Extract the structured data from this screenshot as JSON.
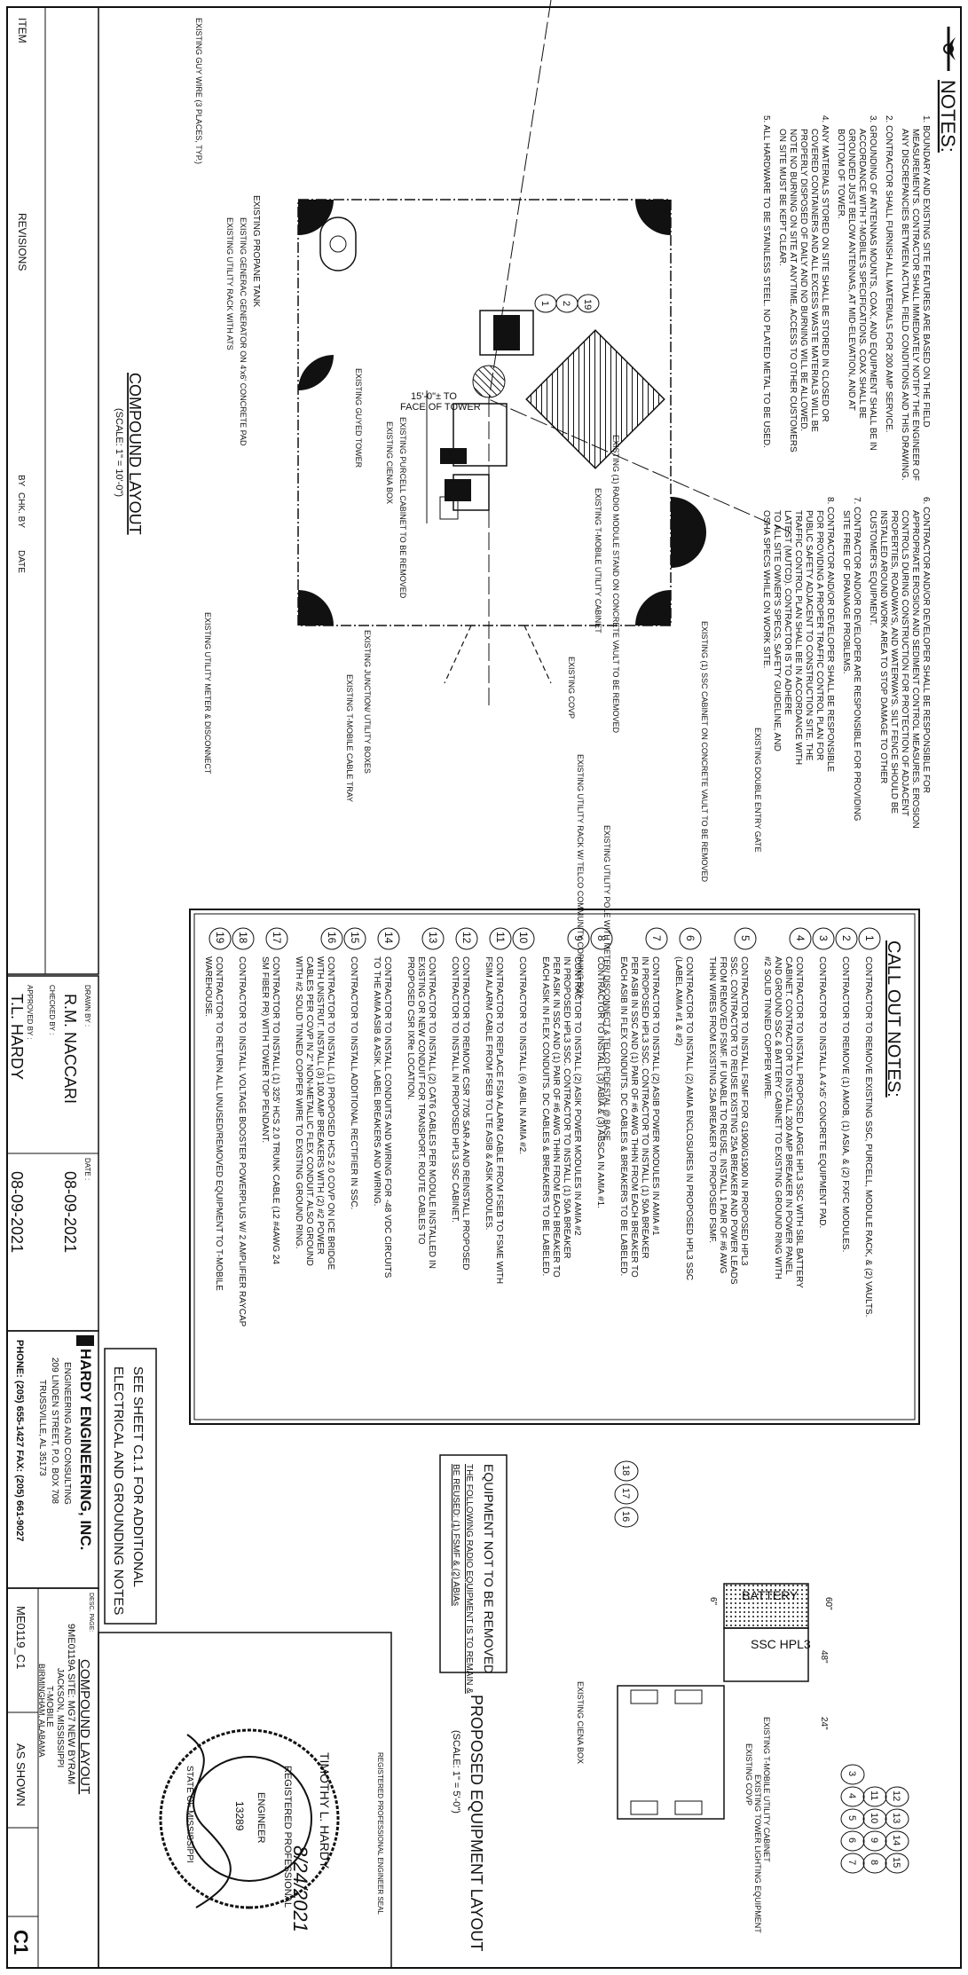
{
  "notes": {
    "heading": "NOTES:",
    "items": [
      "1. BOUNDARY AND EXISTING SITE FEATURES ARE BASED ON THE FIELD",
      "MEASUREMENTS. CONTRACTOR SHALL IMMEDIATELY NOTIFY THE ENGINEER OF",
      "ANY DISCREPANCIES BETWEEN ACTUAL FIELD CONDITIONS AND THIS DRAWING.",
      "2. CONTRACTOR SHALL FURNISH ALL MATERIALS FOR 200 AMP SERVICE.",
      "3. GROUNDING OF ANTENNAS MOUNTS, COAX, AND EQUIPMENT SHALL BE IN",
      "ACCORDANCE WITH T-MOBILE'S SPECIFICATIONS. COAX SHALL BE",
      "GROUNDED JUST BELOW ANTENNAS, AT MID-ELEVATION, AND AT",
      "BOTTOM OF TOWER.",
      "4. ANY MATERIALS STORED ON SITE SHALL BE STORED IN CLOSED OR",
      "COVERED CONTAINERS AND ALL EXCESS WASTE MATERIALS WILL BE",
      "PROPERLY DISPOSED OF DAILY AND NO BURNING WILL BE ALLOWED.",
      "NOTE NO BURNING ON SITE AT ANYTIME. ACCESS TO OTHER CUSTOMERS",
      "ON SITE MUST BE KEPT CLEAR.",
      "5. ALL HARDWARE TO BE STAINLESS STEEL. NO PLATED METAL TO BE USED.",
      "6. CONTRACTOR AND/OR DEVELOPER SHALL BE RESPONSIBLE FOR",
      "APPROPRIATE EROSION AND SEDIMENT CONTROL MEASURES. EROSION",
      "CONTROLS DURING CONSTRUCTION FOR PROTECTION OF ADJACENT",
      "PROPERTIES, ROADWAYS, AND WATERWAYS. SILT FENCE SHOULD BE",
      "INSTALLED AROUND WORK AREA TO STOP DAMAGE TO OTHER",
      "CUSTOMER'S EQUIPMENT.",
      "7. CONTRACTOR AND/OR DEVELOPER ARE RESPONSIBLE FOR PROVIDING",
      "SITE FREE OF DRAINAGE PROBLEMS.",
      "8. CONTRACTOR AND/OR DEVELOPER SHALL BE RESPONSIBLE",
      "FOR PROVIDING A PROPER TRAFFIC CONTROL PLAN FOR",
      "PUBLIC SAFETY ADJACENT TO CONSTRUCTION SITE. THE",
      "TRAFFIC CONTROL PLAN SHALL BE IN ACCORDANCE WITH",
      "LATEST (MUTCD). CONTRACTOR IS TO ADHERE",
      "TO ALL SITE OWNER'S SPECS, SAFETY GUIDELINE, AND",
      "OSHA SPECS WHILE ON WORK SITE."
    ]
  },
  "compound": {
    "title": "COMPOUND LAYOUT",
    "scale": "(SCALE: 1\" = 10'-0\")",
    "dimension": "15'-0\"± TO",
    "dimension2": "FACE OF TOWER",
    "labels": [
      "EXISTING PROPANE TANK",
      "EXISTING GENERAC GENERATOR ON 4'x6' CONCRETE PAD",
      "EXISTING UTILITY RACK WITH ATS",
      "EXISTING GUY WIRE (3 PLACES, TYP.)",
      "EXISTING PURCELL CABINET TO BE REMOVED",
      "EXISTING CIENA BOX",
      "EXISTING GUYED TOWER",
      "EXISTING (1) RADIO MODULE STAND ON CONCRETE VAULT TO BE REMOVED",
      "EXISTING T-MOBILE UTILITY CABINET",
      "EXISTING COVP",
      "EXISTING (1) SSC CABINET ON CONCRETE VAULT TO BE REMOVED",
      "EXISTING DOUBLE ENTRY GATE",
      "EXISTING UTILITY RACK W/ TELCO COMMUNITY CORNING BOX",
      "EXISTING UTILITY POLE WITH METER/ DISCONNECT & TELCO PEDESTAL @ BASE",
      "EXISTING JUNCTION/ UTILITY BOXES",
      "EXISTING T-MOBILE CABLE TRAY",
      "EXISTING UTILITY METER & DISCONNECT"
    ],
    "bubbles": [
      "19",
      "2",
      "1"
    ]
  },
  "callout": {
    "heading": "CALL OUT NOTES:",
    "items": [
      {
        "n": "1",
        "lines": [
          "CONTRACTOR TO REMOVE EXISTING SSC, PURCELL, MODULE RACK, & (2) VAULTS."
        ]
      },
      {
        "n": "2",
        "lines": [
          "CONTRACTOR TO REMOVE (1) AMOB, (1) ASIA, & (2) FXFC MODULES."
        ]
      },
      {
        "n": "3",
        "lines": [
          "CONTRACTOR TO INSTALL A 4'x5' CONCRETE EQUIPMENT PAD."
        ]
      },
      {
        "n": "4",
        "lines": [
          "CONTRACTOR TO INSTALL PROPOSED LARGE HPL3 SSC WITH SBL BATTERY",
          "CABINET. CONTRACTOR TO INSTALL 200 AMP BREAKER IN POWER PANEL",
          "AND GROUND SSC & BATTERY CABINET TO EXISTING GROUND RING WITH",
          "#2 SOLID TINNED COPPER WIRE."
        ]
      },
      {
        "n": "5",
        "lines": [
          "CONTRACTOR TO INSTALL FSMF FOR G1900/G1900 IN PROPOSED HPL3",
          "SSC. CONTRACTOR TO REUSE EXISTING 25A BREAKER AND POWER LEADS",
          "FROM REMOVED FSMF. IF UNABLE TO REUSE, INSTALL 1 PAIR OF #6 AWG",
          "THHN WIRES FROM EXISTING 25A BREAKER TO PROPOSED FSMF."
        ]
      },
      {
        "n": "6",
        "lines": [
          "CONTRACTOR TO INSTALL (2) AMIA ENCLOSURES IN PROPOSED HPL3 SSC",
          "(LABEL AMIA #1 & #2)"
        ]
      },
      {
        "n": "7",
        "lines": [
          "CONTRACTOR TO INSTALL (2) ASIB POWER MODULES IN AMIA #1",
          "IN PROPOSED HPL3 SSC. CONTRACTOR TO INSTALL (1) 50A BREAKER",
          "PER ASIB IN SSC AND (1) PAIR OF #6 AWG THHN FROM EACH BREAKER TO",
          "EACH ASIB IN FLEX CONDUITS. DC CABLES & BREAKERS TO BE LABELED."
        ]
      },
      {
        "n": "8",
        "lines": [
          "CONTRACTOR TO INSTALL (3) ABIA & (3) ABSCA IN AMIA #1."
        ]
      },
      {
        "n": "9",
        "lines": [
          "CONTRACTOR TO INSTALL (2) ASIK POWER MODULES IN AMIA #2",
          "IN PROPOSED HPL3 SSC. CONTRACTOR TO INSTALL (1) 50A BREAKER",
          "PER ASIK IN SSC AND (1) PAIR OF #6 AWG THHN FROM EACH BREAKER TO",
          "EACH ASIK IN FLEX CONDUITS. DC CABLES & BREAKERS TO BE LABELED."
        ]
      },
      {
        "n": "10",
        "lines": [
          "CONTRACTOR TO INSTALL (6) ABIL IN AMIA #2."
        ]
      },
      {
        "n": "11",
        "lines": [
          "CONTRACTOR TO REPLACE FSIA ALARM CABLE FROM FSEB TO FSME WITH",
          "FSIM ALARM CABLE FROM FSEB TO LTE ASIB & ASIK MODULES."
        ]
      },
      {
        "n": "12",
        "lines": [
          "CONTRACTOR TO REMOVE CSR 7705 SAR-A AND REINSTALL PROPOSED",
          "CONTRACTOR TO INSTALL IN PROPOSED HPL3 SSC CABINET."
        ]
      },
      {
        "n": "13",
        "lines": [
          "CONTRACTOR TO INSTALL (2) CAT6 CABLES PER MODULE INSTALLED IN",
          "EXISTING OR NEW CONDUIT FOR TRANSPORT. ROUTE CABLES TO",
          "PROPOSED CSR IXRe LOCATION."
        ]
      },
      {
        "n": "14",
        "lines": [
          "CONTRACTOR TO INSTALL CONDUITS AND WIRING FOR -48 VDC CIRCUITS",
          "TO THE AMIA ASIB & ASIK. LABEL BREAKERS AND WIRING."
        ]
      },
      {
        "n": "15",
        "lines": [
          "CONTRACTOR TO INSTALL ADDITIONAL RECTIFIER IN SSC."
        ]
      },
      {
        "n": "16",
        "lines": [
          "CONTRACTOR TO INSTALL (1) PROPOSED HCS 2.0 COVP ON ICE BRIDGE",
          "WITH UNISTRUT. INSTALL (3) 100 AMP BREAKERS WITH (2) #2 POWER",
          "CABLES PER COVP IN 2\" NON-METALLIC FLEX CONDUIT. ALSO GROUND",
          "WITH #2 SOLID TINNED COPPER WIRE TO EXISTING GROUND RING."
        ]
      },
      {
        "n": "17",
        "lines": [
          "CONTRACTOR TO INSTALL (1) 325' HCS 2.0 TRUNK CABLE (12 #4AWG 24",
          "SM FIBER PR) WITH TOWER TOP PENDANT."
        ]
      },
      {
        "n": "18",
        "lines": [
          "CONTRACTOR TO INSTALL VOLTAGE BOOSTER POWERPLUS W/ 2 AMPLIFIER RAYCAP"
        ]
      },
      {
        "n": "19",
        "lines": [
          "CONTRACTOR TO RETURN ALL UNUSED/REMOVED EQUIPMENT TO T-MOBILE",
          "WAREHOUSE."
        ]
      }
    ]
  },
  "proposed": {
    "title": "PROPOSED EQUIPMENT LAYOUT",
    "scale": "(SCALE: 1\" = 5'-0\")",
    "battery": "BATTERY",
    "ssc": "SSC HPL3",
    "dims": [
      "60\"",
      "6\"",
      "24\"",
      "48\""
    ],
    "labels": [
      "EXISTING CIENA BOX",
      "EXISTING COVP",
      "EXISTING TOWER LIGHTING EQUIPMENT",
      "EXISTING T-MOBILE UTILITY CABINET"
    ],
    "bubbles_top": [
      "18",
      "17",
      "16"
    ],
    "bubbles_right": [
      "3",
      "4",
      "5",
      "6",
      "7",
      "11",
      "10",
      "9",
      "8",
      "12",
      "13",
      "14",
      "15"
    ]
  },
  "see_sheet": {
    "line1": "SEE SHEET C1.1 FOR ADDITIONAL",
    "line2": "ELECTRICAL AND GROUNDING NOTES"
  },
  "not_removed": {
    "title": "EQUIPMENT NOT TO BE REMOVED",
    "line1": "THE FOLLOWING RADIO EQUIPMENT IS TO REMAIN &",
    "line2": "BE REUSED: (1) FSMF & (2) ABIAs"
  },
  "revisions": {
    "label": "REVISIONS",
    "item": "ITEM",
    "by": "BY",
    "chk": "CHK. BY",
    "date": "DATE"
  },
  "title_block": {
    "drawn_label": "DRAWN BY :",
    "drawn_by": "R.M. NACCARI",
    "drawn_date": "08-09-2021",
    "checked_label": "CHECKED BY :",
    "approved_label": "APPROVED BY :",
    "approved_by": "T.L. HARDY",
    "approved_date": "08-09-2021",
    "date_label": "DATE :",
    "company": "HARDY ENGINEERING, INC.",
    "company_sub": "ENGINEERING AND CONSULTING",
    "address": "209 LINDEN STREET, P.O. BOX 708",
    "city": "TRUSSVILLE, AL 35173",
    "phone": "PHONE: (205) 655-1427 FAX: (205) 661-9027",
    "desc_label": "DESC. PAGE:",
    "sheet_title": "COMPOUND LAYOUT",
    "site": "9ME0119A SITE: MG7 NEW BYRAM",
    "location": "JACKSON, MISSISSIPPI",
    "client": "T-MOBILE",
    "client_city": "BIRMINGHAM, ALABAMA",
    "file": "ME0119_C1",
    "scale": "AS SHOWN",
    "sheet_no": "C1",
    "seal_header": "REGISTERED PROFESSIONAL ENGINEER SEAL"
  },
  "seal": {
    "name": "TIMOTHY L. HARDY",
    "ring1": "REGISTERED PROFESSIONAL",
    "ring2": "ENGINEER",
    "number": "13289",
    "state": "STATE OF MISSISSIPPI",
    "signed_date": "8/24/2021"
  }
}
